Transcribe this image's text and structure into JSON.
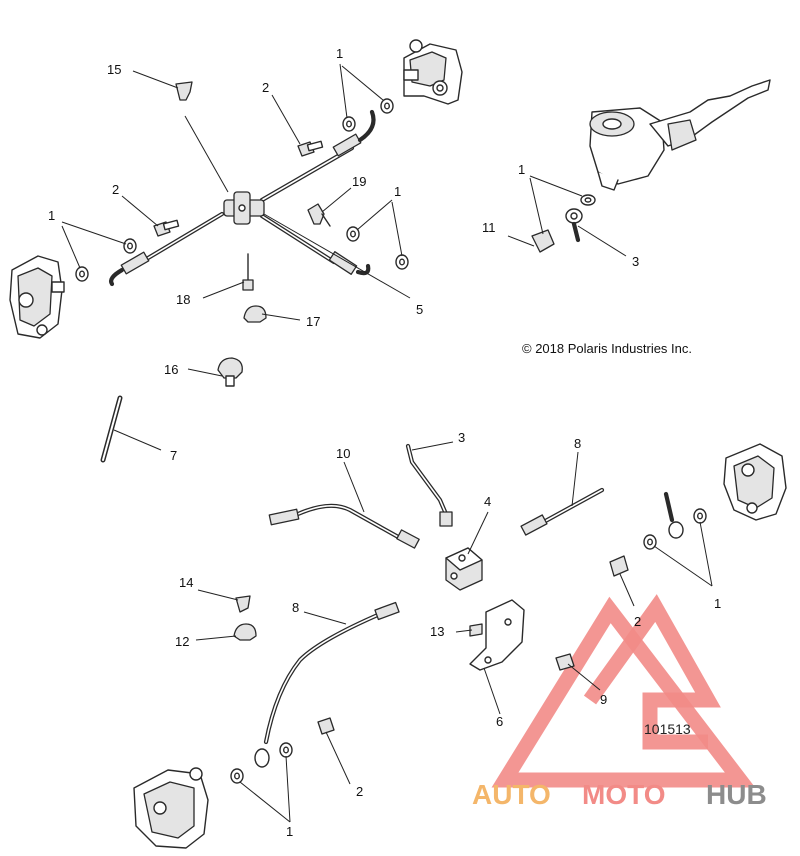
{
  "copyright": "© 2018 Polaris Industries Inc.",
  "diagram_number": "101513",
  "watermark": {
    "brand_part_1": "AUTO",
    "brand_part_2": "MOTO",
    "brand_part_3": "HUB",
    "colors": {
      "auto": "#f4b66a",
      "moto": "#f28b87",
      "hub": "#8c8c8c",
      "triangle": "#f28b87"
    }
  },
  "callouts": {
    "c1_a": "1",
    "c1_b": "1",
    "c1_c": "1",
    "c1_d": "1",
    "c1_e": "1",
    "c1_f": "1",
    "c2_a": "2",
    "c2_b": "2",
    "c2_c": "2",
    "c2_d": "2",
    "c3_a": "3",
    "c3_b": "3",
    "c4": "4",
    "c5": "5",
    "c6": "6",
    "c7": "7",
    "c8_a": "8",
    "c8_b": "8",
    "c9": "9",
    "c10": "10",
    "c11": "11",
    "c12": "12",
    "c13": "13",
    "c14": "14",
    "c15": "15",
    "c16": "16",
    "c17": "17",
    "c18": "18",
    "c19": "19"
  }
}
